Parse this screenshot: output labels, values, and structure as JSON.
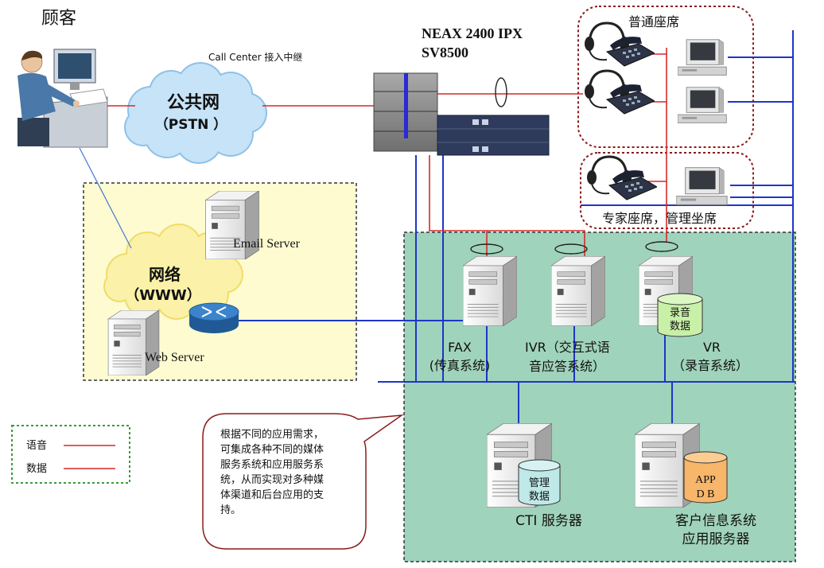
{
  "customer": {
    "label": "顾客"
  },
  "trunk": {
    "label": "Call Center 接入中继"
  },
  "pstn": {
    "line1": "公共网",
    "line2": "（PSTN ）"
  },
  "pbx": {
    "line1": "NEAX 2400 IPX",
    "line2": "SV8500"
  },
  "agents": {
    "label": "普通座席"
  },
  "experts": {
    "label": "专家座席，管理坐席"
  },
  "internet": {
    "line1": "网络",
    "line2": "（WWW）",
    "email_server": "Email Server",
    "web_server": "Web Server"
  },
  "media_servers": [
    {
      "name": "FAX",
      "desc": "(传真系统)"
    },
    {
      "name": "IVR（交互式语",
      "desc": "音应答系统）"
    },
    {
      "name": "VR",
      "desc": "（录音系统）",
      "db": [
        "录音",
        "数据"
      ]
    }
  ],
  "cti": {
    "label": "CTI 服务器",
    "db": [
      "管理",
      "数据"
    ]
  },
  "app": {
    "label1": "客户信息系统",
    "label2": "应用服务器",
    "db": [
      "APP",
      "D B"
    ]
  },
  "callout": {
    "lines": [
      "根据不同的应用需求，",
      "可集成各种不同的媒体",
      "服务系统和应用服务系",
      "统，从而实现对多种媒",
      "体渠道和后台应用的支",
      "持。"
    ]
  },
  "legend": {
    "voice": "语音",
    "data": "数据",
    "voice_color": "#d42a2a",
    "data_color": "#d42a2a"
  },
  "colors": {
    "voice_line": "#d42a2a",
    "data_line": "#1f35c7",
    "pstn_cloud": "#c6e3f7",
    "www_cloud": "#fbf1a8",
    "internet_zone": "#fefbd1",
    "server_zone": "#a0d3bb",
    "seat_border": "#8b1a1a",
    "app_db": "#f7b66a"
  },
  "icons": [
    "customer-icon",
    "cloud-icon",
    "pbx-icon",
    "headset-phone-icon",
    "pc-icon",
    "server-icon",
    "router-icon",
    "database-icon"
  ]
}
